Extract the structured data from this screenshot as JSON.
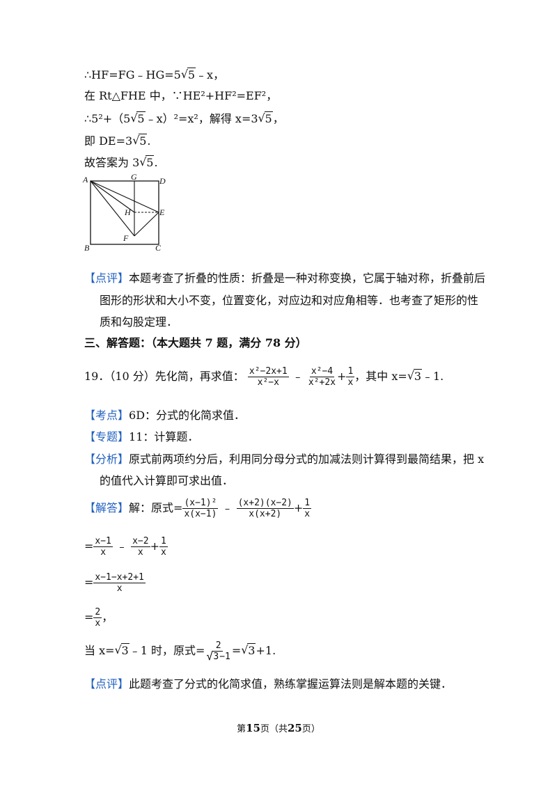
{
  "lines": {
    "l1a": "∴HF=FG﹣HG=5",
    "l1b": "5",
    "l1c": "﹣x，",
    "l2": "在 Rt△FHE 中，∵HE²+HF²=EF²，",
    "l3a": "∴5²+（5",
    "l3b": "5",
    "l3c": "﹣x）²=x²，解得 x=3",
    "l3d": "5",
    "l3e": "，",
    "l4a": "即 DE=3",
    "l4b": "5",
    "l4c": ".",
    "l5a": "故答案为 3",
    "l5b": "5",
    "l5c": "."
  },
  "figure": {
    "labels": {
      "A": "A",
      "G": "G",
      "D": "D",
      "H": "H",
      "E": "E",
      "F": "F",
      "B": "B",
      "C": "C"
    }
  },
  "review1": {
    "tag": "【点评】",
    "text1": "本题考查了折叠的性质：折叠是一种对称变换，它属于轴对称，折叠前后",
    "text2": "图形的形状和大小不变，位置变化，对应边和对应角相等．也考查了矩形的性",
    "text3": "质和勾股定理．"
  },
  "section": "三、解答题：（本大题共 7 题，满分 78 分）",
  "q19": {
    "prefix": "19．（10 分）先化简，再求值：",
    "f1_num": "x²−2x+1",
    "f1_den": "x²−x",
    "minus": "﹣",
    "f2_num": "x²−4",
    "f2_den": "x²+2x",
    "plus": "+",
    "f3_num": "1",
    "f3_den": "x",
    "cond_a": "，其中 x=",
    "cond_b": "3",
    "cond_c": "﹣1."
  },
  "kaodian": {
    "tag": "【考点】",
    "text": "6D：分式的化简求值．"
  },
  "zhuanti": {
    "tag": "【专题】",
    "text": "11：计算题．"
  },
  "fenxi": {
    "tag": "【分析】",
    "text1": "原式前两项约分后，利用同分母分式的加减法则计算得到最简结果，把 x",
    "text2": "的值代入计算即可求出值．"
  },
  "jieda": {
    "tag": "【解答】",
    "lead": "解：原式=",
    "a_num": "(x−1)²",
    "a_den": "x(x−1)",
    "minus": "﹣",
    "b_num": "(x+2)(x−2)",
    "b_den": "x(x+2)",
    "plus": "+",
    "c_num": "1",
    "c_den": "x"
  },
  "step2": {
    "eq": "=",
    "a_num": "x−1",
    "a_den": "x",
    "minus": "﹣",
    "b_num": "x−2",
    "b_den": "x",
    "plus": "+",
    "c_num": "1",
    "c_den": "x"
  },
  "step3": {
    "eq": "=",
    "num": "x−1−x+2+1",
    "den": "x"
  },
  "step4": {
    "eq": "=",
    "num": "2",
    "den": "x",
    "tail": "，"
  },
  "final": {
    "a": "当 x=",
    "b": "3",
    "c": "﹣1 时，原式=",
    "num": "2",
    "den_rad": "3",
    "den_tail": "−1",
    "d": "=",
    "e": "3",
    "f": "+1."
  },
  "review2": {
    "tag": "【点评】",
    "text": "此题考查了分式的化简求值，熟练掌握运算法则是解本题的关键．"
  },
  "footer": {
    "a": "第",
    "page": "15",
    "b": "页（共",
    "total": "25",
    "c": "页）"
  },
  "colors": {
    "tag": "#1f5fbf",
    "text": "#111111"
  }
}
